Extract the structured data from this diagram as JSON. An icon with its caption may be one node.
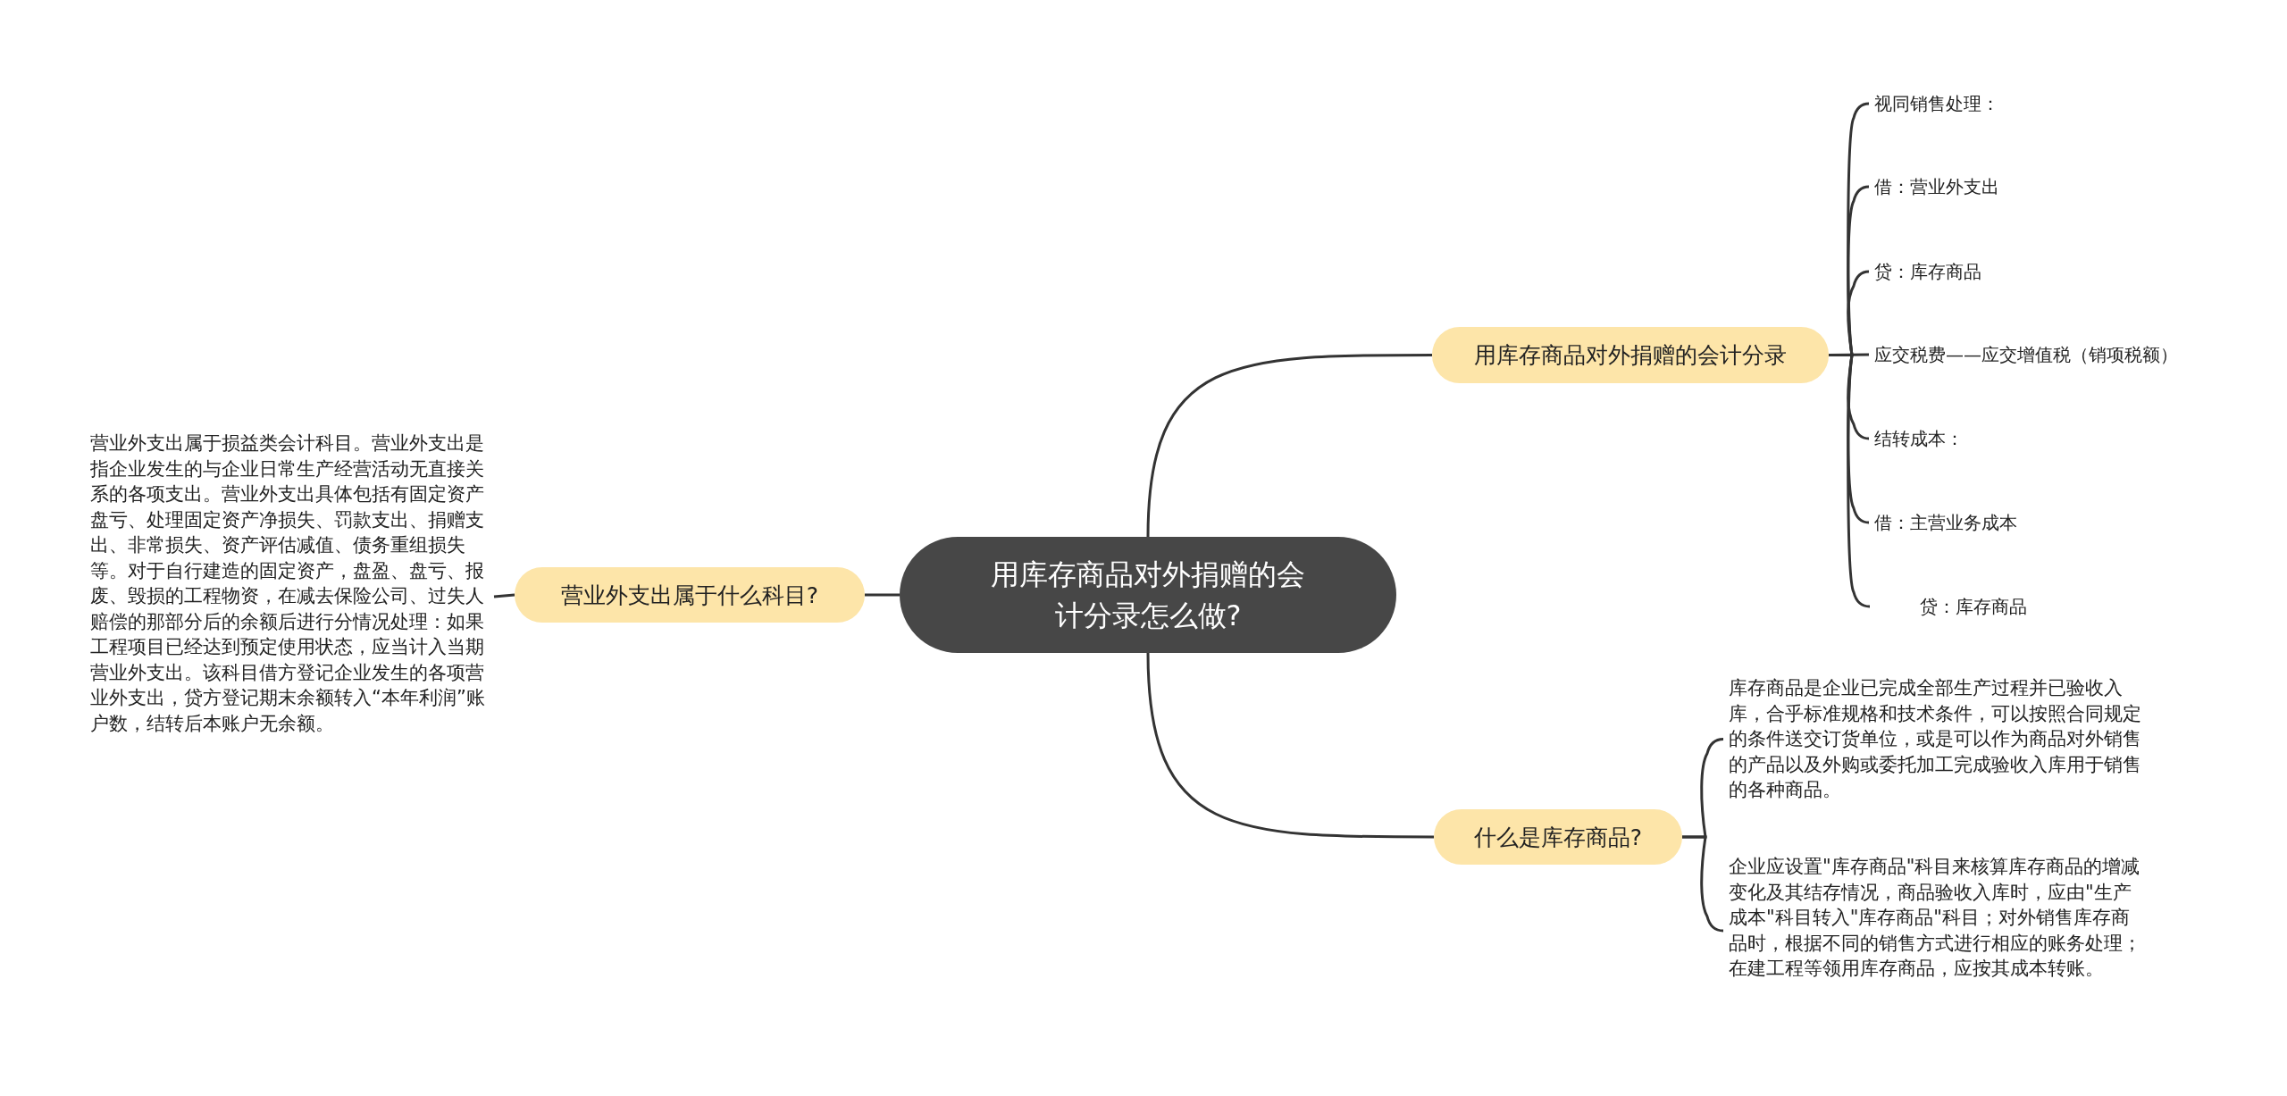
{
  "diagram": {
    "nodes": [
      {
        "text": [
          "用库存商品对外捐赠的会计分录怎么做?"
        ]
      },
      {
        "text": [
          "用库存商品对外捐赠的会计分录"
        ]
      },
      {
        "text": [
          "视同销售处理："
        ]
      },
      {
        "text": [
          "借：营业外支出"
        ]
      },
      {
        "text": [
          "贷：库存商品"
        ]
      },
      {
        "text": [
          "应交税费——应交增值税（销项税额）"
        ]
      },
      {
        "text": [
          "结转成本："
        ]
      },
      {
        "text": [
          "借：主营业务成本"
        ]
      },
      {
        "text": [
          "贷：库存商品"
        ]
      },
      {
        "text": [
          "什么是库存商品?"
        ]
      },
      {
        "text": [
          "库存商品是企业已完成全部生产过程并已验收入库，合乎标准规格和技术条件，可以按照合同规定的条件送交订货单位，或是可以作为商品对外销售的产品以及外购或委托加工完成验收入库用于销售的各种商品。"
        ]
      },
      {
        "text": [
          "企业应设置\"库存商品\"科目来核算库存商品的增减变化及其结存情况，商品验收入库时，应由\"生产成本\"科目转入\"库存商品\"科目；对外销售库存商品时，根据不同的销售方式进行相应的账务处理；在建工程等领用库存商品，应按其成本转账。"
        ]
      },
      {
        "text": [
          "营业外支出属于什么科目?"
        ]
      },
      {
        "text": [
          "营业外支出属于损益类会计科目。营业外支出是指企业发生的与企业日常生产经营活动无直接关系的各项支出。营业外支出具体包括有固定资产盘亏、处理固定资产净损失、罚款支出、捐赠支出、非常损失、资产评估减值、债务重组损失等。对于自行建造的固定资产，盘盈、盘亏、报废、毁损的工程物资，在减去保险公司、过失人赔偿的那部分后的余额后进行分情况处理：如果工程项目已经达到预定使用状态，应当计入当期营业外支出。该科目借方登记企业发生的各项营业外支出，贷方登记期末余额转入“本年利润”账户数，结转后本账户无余额。"
        ]
      }
    ],
    "edges": [
      {
        "from": 0,
        "to": 1,
        "arrow": "none"
      },
      {
        "from": 1,
        "to": 2,
        "arrow": "none"
      },
      {
        "from": 1,
        "to": 3,
        "arrow": "none"
      },
      {
        "from": 1,
        "to": 4,
        "arrow": "none"
      },
      {
        "from": 1,
        "to": 5,
        "arrow": "none"
      },
      {
        "from": 1,
        "to": 6,
        "arrow": "none"
      },
      {
        "from": 1,
        "to": 7,
        "arrow": "none"
      },
      {
        "from": 1,
        "to": 8,
        "arrow": "none"
      },
      {
        "from": 0,
        "to": 9,
        "arrow": "none"
      },
      {
        "from": 9,
        "to": 10,
        "arrow": "none"
      },
      {
        "from": 9,
        "to": 11,
        "arrow": "none"
      },
      {
        "from": 0,
        "to": 12,
        "arrow": "none"
      },
      {
        "from": 12,
        "to": 13,
        "arrow": "none"
      }
    ]
  }
}
